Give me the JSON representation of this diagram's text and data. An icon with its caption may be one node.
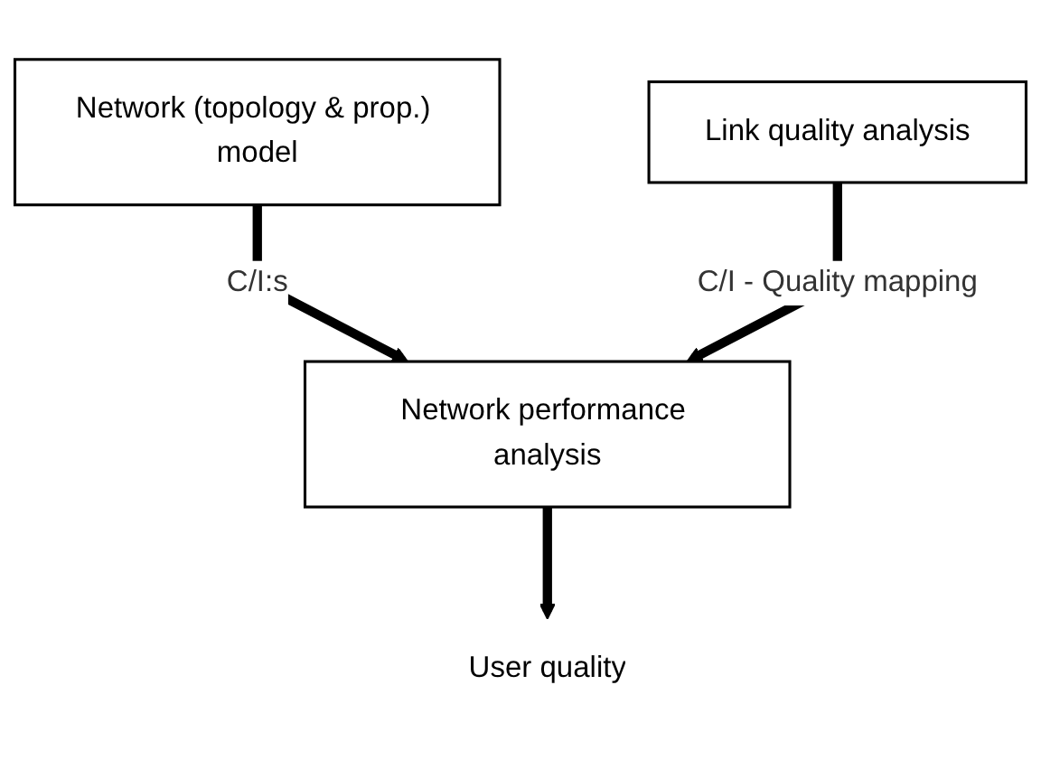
{
  "diagram": {
    "nodes": [
      {
        "text": [
          "Network (topology & prop.) model"
        ]
      },
      {
        "text": [
          "Link quality analysis"
        ]
      },
      {
        "text": [
          "Network performance analysis"
        ]
      },
      {
        "text": [
          "User quality"
        ]
      }
    ],
    "edges": [
      {
        "from": 0,
        "to": 2,
        "arrow": "to",
        "label": "C/I:s"
      },
      {
        "from": 1,
        "to": 2,
        "arrow": "to",
        "label": "C/I - Quality mapping"
      },
      {
        "from": 2,
        "to": 3,
        "arrow": "to"
      }
    ]
  }
}
